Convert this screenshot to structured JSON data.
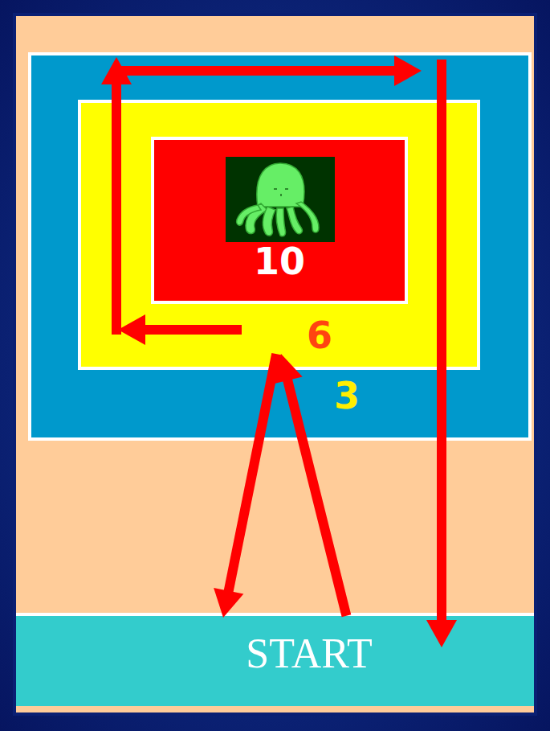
{
  "diagram": {
    "nodes": [
      {
        "text": [
          "3"
        ]
      },
      {
        "text": [
          "6"
        ],
        "in": 0
      },
      {
        "text": [
          "10"
        ],
        "in": 1
      },
      {
        "text": [
          "START"
        ]
      }
    ],
    "edges": [
      {
        "from": 3,
        "to": 1,
        "arrow": "to"
      },
      {
        "from": 1,
        "to": 3,
        "arrow": "to"
      },
      {
        "from": 1,
        "to": 3,
        "arrow": "to"
      }
    ]
  }
}
